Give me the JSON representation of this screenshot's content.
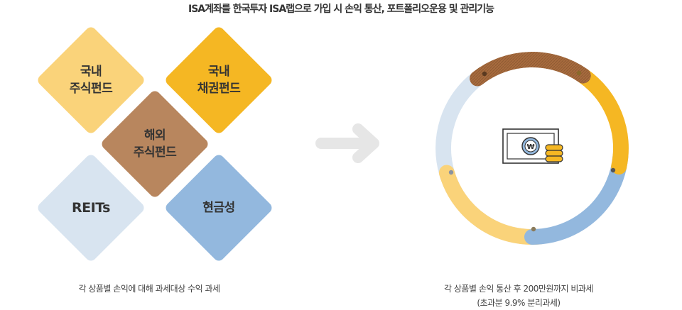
{
  "title": "ISA계좌를 한국투자 ISA랩으로 가입 시 손익 통산, 포트폴리오운용 및 관리기능",
  "left": {
    "items": [
      {
        "line1": "국내",
        "line2": "주식펀드",
        "color": "#FAD37A"
      },
      {
        "line1": "국내",
        "line2": "채권펀드",
        "color": "#F5B723"
      },
      {
        "line1": "해외",
        "line2": "주식펀드",
        "color": "#B8865E"
      },
      {
        "line1": "REITs",
        "line2": "",
        "color": "#D8E4F0"
      },
      {
        "line1": "현금성",
        "line2": "",
        "color": "#93B8DE"
      }
    ],
    "caption": "각 상품별 손익에 대해 과세대상 수익 과세"
  },
  "arrow": {
    "color": "#E6E6E6",
    "icon": "right-arrow-icon"
  },
  "right": {
    "ring_colors": [
      "#A76B3E",
      "#F5B723",
      "#93B8DE",
      "#FAD37A",
      "#D8E4F0"
    ],
    "center_icon": "money-won-icon",
    "caption_line1": "각 상품별 손익 통산 후 200만원까지 비과세",
    "caption_line2": "(초과분 9.9% 분리과세)"
  }
}
